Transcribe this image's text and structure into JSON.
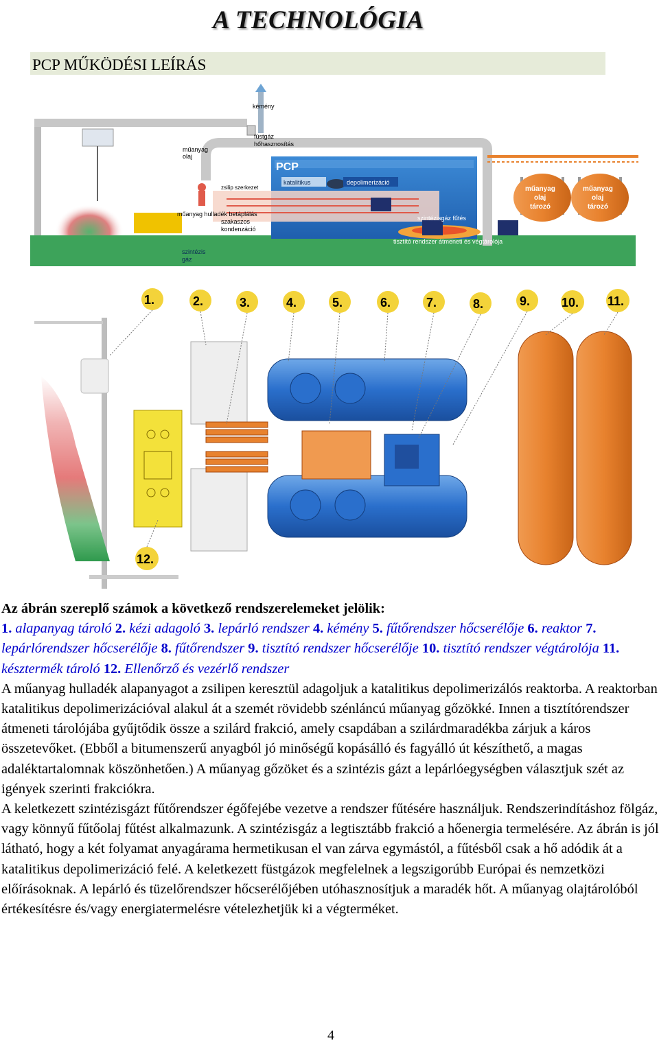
{
  "page": {
    "title": "A TECHNOLÓGIA",
    "section_title": "PCP MŰKÖDÉSI LEÍRÁS",
    "page_number": "4"
  },
  "diagram_top": {
    "labels": {
      "kemeny": "kémény",
      "fustgaz": "füstgáz",
      "hohasznositas": "hőhasznosítás",
      "muanyag_olaj_1": "műanyag",
      "muanyag_olaj_2": "olaj",
      "pcp": "PCP",
      "zsilip": "zsilip szerkezet",
      "katalitikus": "katalitikus",
      "depolimerizacio": "depolimerizáció",
      "hulladek": "műanyag hulladék betáplálás",
      "szakaszos_1": "szakaszos",
      "szakaszos_2": "kondenzáció",
      "szintezisgaz_futes": "szintézisgáz fűtés",
      "tisztito": "tisztító rendszer átmeneti és végtárolója",
      "szintezis_gaz_1": "szintézis",
      "szintezis_gaz_2": "gáz",
      "tank1_1": "műanyag",
      "tank1_2": "olaj",
      "tank1_3": "tározó",
      "tank2_1": "műanyag",
      "tank2_2": "olaj",
      "tank2_3": "tározó"
    },
    "colors": {
      "building_blue": "#2a73c8",
      "ground_green": "#3da35a",
      "tank_orange": "#e8822e"
    }
  },
  "diagram_numbers": [
    "1.",
    "2.",
    "3.",
    "4.",
    "5.",
    "6.",
    "7.",
    "8.",
    "9.",
    "10.",
    "11.",
    "12."
  ],
  "caption": {
    "heading": "Az ábrán szereplő számok a következő rendszerelemeket jelölik:",
    "legend": [
      {
        "num": "1.",
        "text": "alapanyag tároló"
      },
      {
        "num": "2.",
        "text": "kézi adagoló"
      },
      {
        "num": "3.",
        "text": "lepárló rendszer"
      },
      {
        "num": "4.",
        "text": "kémény"
      },
      {
        "num": "5.",
        "text": "fűtőrendszer hőcserélője"
      },
      {
        "num": "6.",
        "text": "reaktor"
      },
      {
        "num": "7.",
        "text": "lepárlórendszer hőcserélője"
      },
      {
        "num": "8.",
        "text": "fűtőrendszer"
      },
      {
        "num": "9.",
        "text": "tisztító rendszer hőcserélője"
      },
      {
        "num": "10.",
        "text": "tisztító rendszer végtárolója"
      },
      {
        "num": "11.",
        "text": "késztermék tároló"
      },
      {
        "num": "12.",
        "text": "Ellenőrző és vezérlő rendszer"
      }
    ],
    "body": "A műanyag hulladék alapanyagot a zsilipen keresztül adagoljuk a katalitikus depolimerizálós reaktorba. A reaktorban katalitikus depolimerizációval alakul át a szemét rövidebb szénláncú műanyag gőzökké. Innen a tisztítórendszer átmeneti tárolójába gyűjtődik össze a szilárd frakció, amely csapdában a szilárdmaradékba zárjuk a káros összetevőket. (Ebből a bitumenszerű anyagból jó minőségű kopásálló és fagyálló út készíthető, a magas adaléktartalomnak köszönhetően.) A műanyag gőzöket és a szintézis gázt a lepárlóegységben választjuk szét az igények szerinti frakciókra.",
    "body2": "A keletkezett szintézisgázt fűtőrendszer égőfejébe vezetve a rendszer fűtésére használjuk. Rendszerindításhoz fölgáz, vagy könnyű fűtőolaj fűtést alkalmazunk. A szintézisgáz a legtisztább frakció a hőenergia termelésére. Az ábrán is jól látható, hogy a két folyamat anyagárama hermetikusan el van zárva egymástól, a fűtésből csak a hő adódik át a katalitikus depolimerizáció felé. A keletkezett füstgázok megfelelnek a legszigorúbb Európai és nemzetközi előírásoknak. A lepárló és tüzelőrendszer hőcserélőjében utóhasznosítjuk a maradék hőt. A műanyag olajtárolóból értékesítésre és/vagy energiatermelésre vételezhetjük ki a végterméket."
  }
}
